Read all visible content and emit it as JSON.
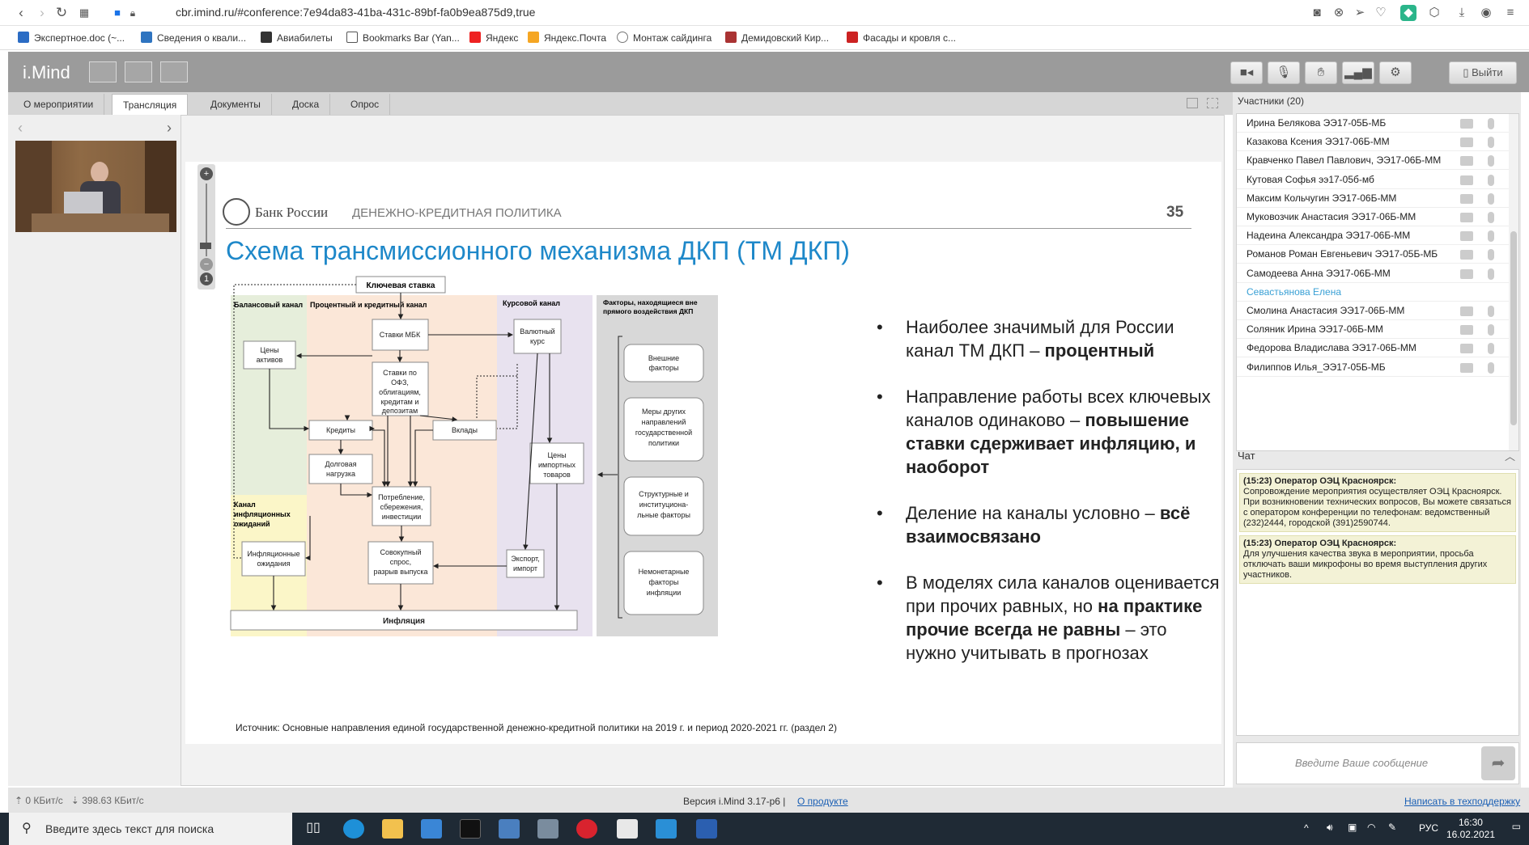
{
  "browser": {
    "url": "cbr.imind.ru/#conference:7e94da83-41ba-431c-89bf-fa0b9ea875d9,true",
    "bookmarks": [
      "Экспертное.doc (~...",
      "Сведения о квали...",
      "Авиабилеты",
      "Bookmarks Bar (Yan...",
      "Яндекс",
      "Яндекс.Почта",
      "Монтаж сайдинга",
      "Демидовский Кир...",
      "Фасады и кровля с..."
    ]
  },
  "app": {
    "logo": "i.Mind",
    "exit_label": "Выйти",
    "tabs": [
      "О мероприятии",
      "Трансляция",
      "Документы",
      "Доска",
      "Опрос"
    ],
    "active_tab": "Трансляция"
  },
  "slide": {
    "bank_name": "Банк России",
    "section": "ДЕНЕЖНО-КРЕДИТНАЯ ПОЛИТИКА",
    "number": "35",
    "title": "Схема трансмиссионного механизма ДКП (ТМ ДКП)",
    "diagram": {
      "top": "Ключевая ставка",
      "channels": [
        "Балансовый канал",
        "Процентный и кредитный канал",
        "Курсовой канал",
        "Канал инфляционных ожиданий"
      ],
      "factors_title": "Факторы, находящиеся вне прямого воздействия ДКП",
      "boxes": [
        "Ставки МБК",
        "Валютный курс",
        "Цены активов",
        "Ставки по ОФЗ, облигациям, кредитам и депозитам",
        "Кредиты",
        "Вклады",
        "Долговая нагрузка",
        "Потребление, сбережения, инвестиции",
        "Цены импортных товаров",
        "Инфляционные ожидания",
        "Совокупный спрос, разрыв выпуска",
        "Экспорт, импорт",
        "Инфляция"
      ],
      "factors": [
        "Внешние факторы",
        "Меры других направлений государственной политики",
        "Структурные и институциональные факторы",
        "Немонетарные факторы инфляции"
      ]
    },
    "bullets": [
      {
        "text": "Наиболее значимый для России канал ТМ ДКП – ",
        "bold": "процентный",
        "after": ""
      },
      {
        "text": "Направление работы всех ключевых каналов одинаково – ",
        "bold": "повышение ставки сдерживает инфляцию, и наоборот",
        "after": ""
      },
      {
        "text": "Деление на каналы условно – ",
        "bold": "всё взаимосвязано",
        "after": ""
      },
      {
        "text": "В моделях сила каналов оценивается при прочих равных, но ",
        "bold": "на практике прочие всегда не равны",
        "after": " – это нужно учитывать в прогнозах"
      }
    ],
    "source": "Источник: Основные направления единой государственной денежно-кредитной политики на 2019 г. и период 2020-2021 гг. (раздел 2)"
  },
  "participants": {
    "title": "Участники (20)",
    "list": [
      "Ирина Белякова ЭЭ17-05Б-МБ",
      "Казакова Ксения ЭЭ17-06Б-ММ",
      "Кравченко Павел Павлович, ЭЭ17-06Б-ММ",
      "Кутовая Софья ээ17-05б-мб",
      "Максим Кольчугин ЭЭ17-06Б-ММ",
      "Муковозчик Анастасия ЭЭ17-06Б-ММ",
      "Надеина Александра ЭЭ17-06Б-ММ",
      "Романов Роман Евгеньевич ЭЭ17-05Б-МБ",
      "Самодеева Анна ЭЭ17-06Б-ММ",
      "Севастьянова Елена",
      "Смолина Анастасия ЭЭ17-06Б-ММ",
      "Соляник Ирина ЭЭ17-06Б-ММ",
      "Федорова Владислава ЭЭ17-06Б-ММ",
      "Филиппов Илья_ЭЭ17-05Б-МБ"
    ],
    "highlighted": "Севастьянова Елена"
  },
  "chat": {
    "title": "Чат",
    "messages": [
      {
        "author": "(15:23) Оператор ОЭЦ Красноярск:",
        "text": "Сопровождение мероприятия осуществляет ОЭЦ Красноярск. При возникновении технических вопросов, Вы можете связаться с оператором конференции по телефонам: ведомственный (232)2444, городской (391)2590744."
      },
      {
        "author": "(15:23) Оператор ОЭЦ Красноярск:",
        "text": "Для улучшения качества звука в мероприятии, просьба отключать ваши микрофоны во время выступления других участников."
      }
    ],
    "input_placeholder": "Введите Ваше сообщение"
  },
  "footer": {
    "net_up": "0 КБит/с",
    "net_down": "398.63 КБит/с",
    "version": "Версия i.Mind 3.17-p6  |",
    "about": "О продукте",
    "support": "Написать в техподдержку"
  },
  "taskbar": {
    "search": "Введите здесь текст для поиска",
    "lang": "РУС",
    "time": "16:30",
    "date": "16.02.2021"
  }
}
